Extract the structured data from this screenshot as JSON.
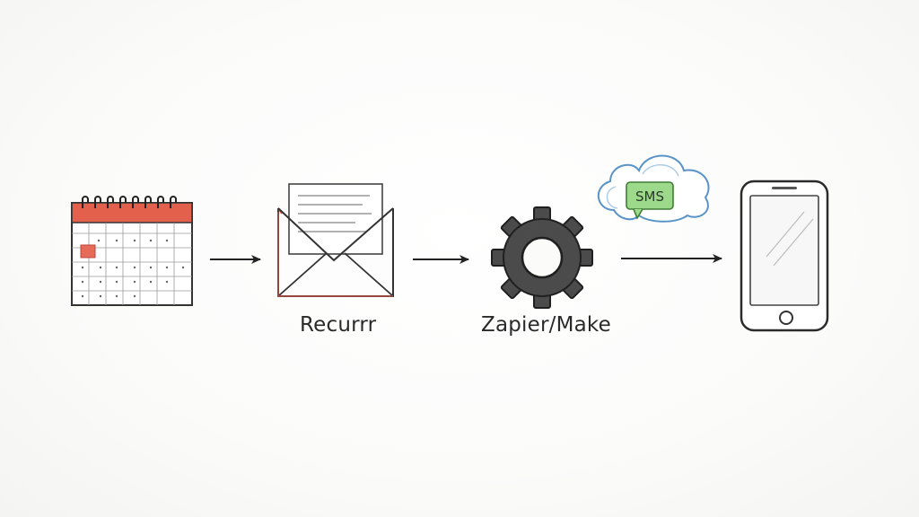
{
  "steps": [
    {
      "id": "calendar",
      "icon": "calendar-icon"
    },
    {
      "id": "recurrr",
      "icon": "envelope-icon",
      "label": "Recurrr"
    },
    {
      "id": "automation",
      "icon": "gear-icon",
      "label": "Zapier/Make"
    },
    {
      "id": "phone",
      "icon": "smartphone-icon"
    }
  ],
  "sms_bubble": {
    "text": "SMS",
    "icon": "cloud-icon"
  },
  "colors": {
    "ink": "#2a2a2a",
    "accent_red": "#e0523f",
    "cloud_blue": "#6aa6d8",
    "sms_green": "#8fd27a"
  }
}
